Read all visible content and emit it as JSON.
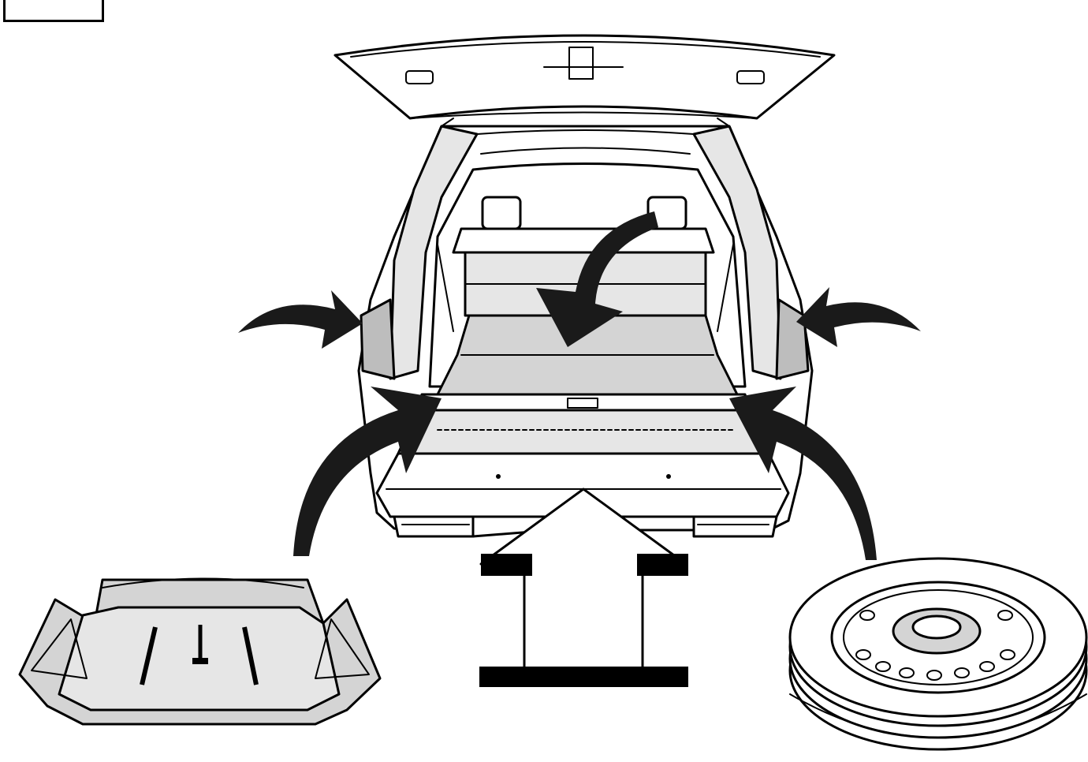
{
  "figure": {
    "reference_code": "",
    "colors": {
      "ink": "#000000",
      "paper": "#ffffff",
      "panel_gray": "#d4d4d4",
      "light_gray": "#e6e6e6",
      "dark_gray": "#9a9a9a"
    },
    "parts": {
      "vehicle": "vehicle-rear-open-tailgate",
      "tray": "storage-tray",
      "wheel": "spare-wheel"
    }
  }
}
